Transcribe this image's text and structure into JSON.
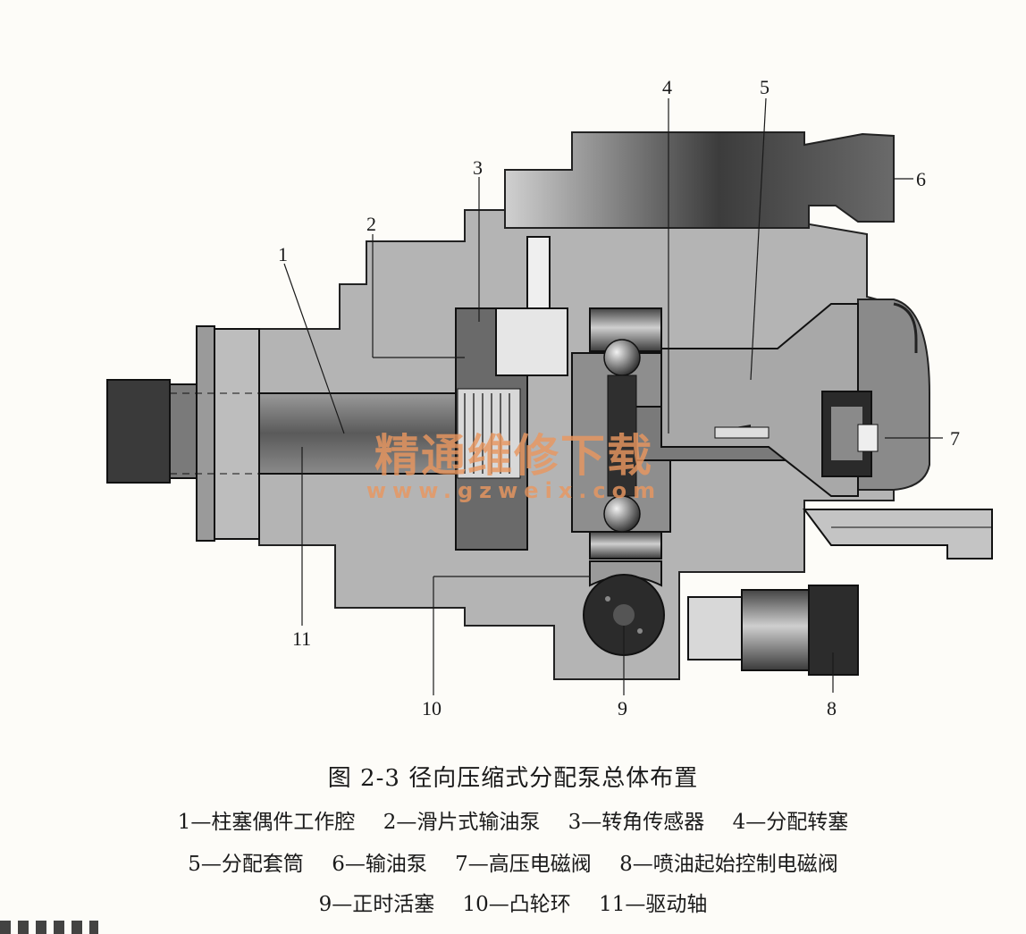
{
  "callouts": [
    "1",
    "2",
    "3",
    "4",
    "5",
    "6",
    "7",
    "8",
    "9",
    "10",
    "11"
  ],
  "watermark": {
    "cn": "精通维修下载",
    "url": "www.gzweix.com"
  },
  "caption": {
    "title": "图 2-3   径向压缩式分配泵总体布置",
    "legend": [
      [
        "1—柱塞偶件工作腔",
        "2—滑片式输油泵",
        "3—转角传感器",
        "4—分配转塞"
      ],
      [
        "5—分配套筒",
        "6—输油泵",
        "7—高压电磁阀",
        "8—喷油起始控制电磁阀"
      ],
      [
        "9—正时活塞",
        "10—凸轮环",
        "11—驱动轴"
      ]
    ]
  },
  "colors": {
    "body_light": "#b8b8b8",
    "body_mid": "#8f8f8f",
    "body_dark": "#3a3a3a",
    "watermark": "#e8965f"
  }
}
